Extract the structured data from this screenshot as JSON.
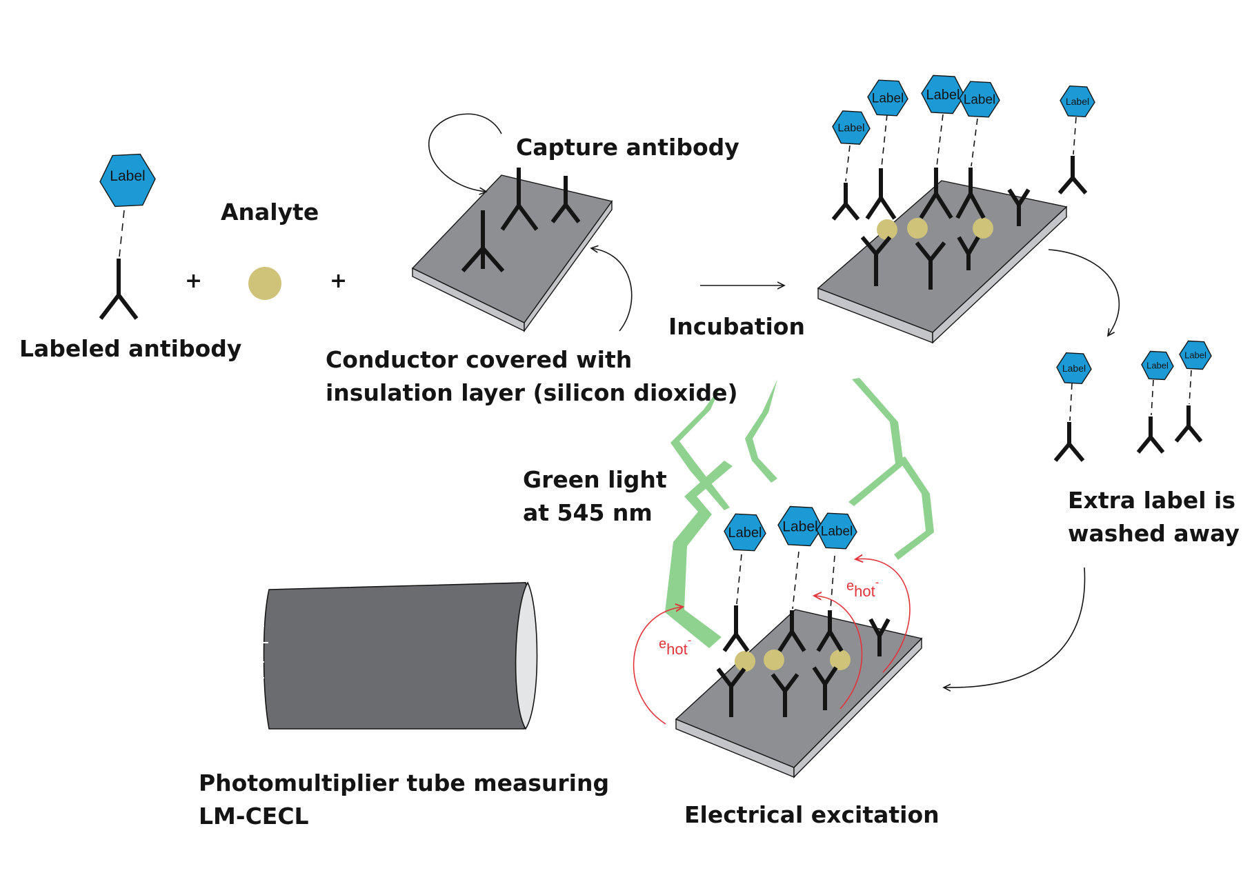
{
  "captions": {
    "labeled_antibody": "Labeled antibody",
    "analyte": "Analyte",
    "capture_antibody": "Capture antibody",
    "conductor_line1": "Conductor covered with",
    "conductor_line2": "insulation layer (silicon dioxide)",
    "incubation": "Incubation",
    "extra_label_line1": "Extra label is",
    "extra_label_line2": "washed away",
    "green_light_line1": "Green light",
    "green_light_line2": "at 545 nm",
    "pmt_line1": "Photomultiplier tube measuring",
    "pmt_line2": "LM-CECL",
    "electrical_excitation": "Electrical excitation"
  },
  "operators": {
    "plus": "+"
  },
  "label_tag": "Label",
  "electron": {
    "main": "e",
    "sub": "hot",
    "sup": "-"
  },
  "colors": {
    "label_fill": "#1b9ad6",
    "analyte": "#cfc37a",
    "slide_top": "#8e8f93",
    "slide_side": "#c4c5c8",
    "light": "#8fd18f",
    "electron_arrow": "#e2333a",
    "tube_body": "#6b6c70",
    "tube_end": "#e4e5e6"
  }
}
